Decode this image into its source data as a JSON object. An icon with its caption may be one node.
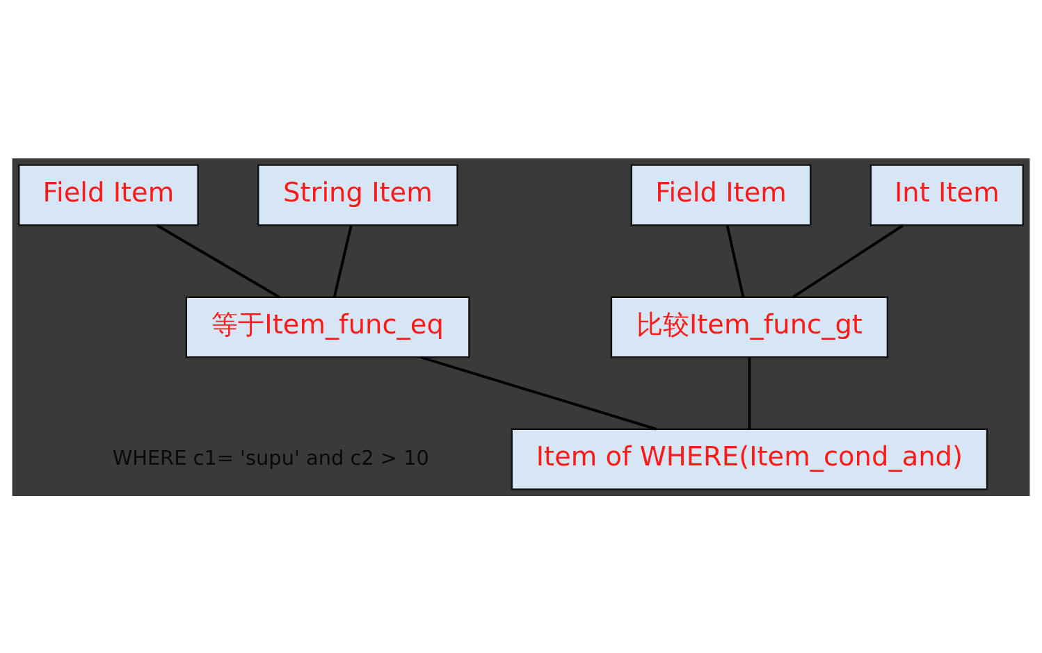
{
  "diagram": {
    "nodes": [
      {
        "text": [
          "Field Item"
        ]
      },
      {
        "text": [
          "String Item"
        ]
      },
      {
        "text": [
          "Field Item"
        ]
      },
      {
        "text": [
          "Int Item"
        ]
      },
      {
        "text": [
          "等于Item_func_eq"
        ]
      },
      {
        "text": [
          "比较Item_func_gt"
        ]
      },
      {
        "text": [
          "Item of WHERE(Item_cond_and)"
        ]
      }
    ],
    "edges": [
      {
        "from": 0,
        "to": 4,
        "arrow": "none"
      },
      {
        "from": 1,
        "to": 4,
        "arrow": "none"
      },
      {
        "from": 2,
        "to": 5,
        "arrow": "none"
      },
      {
        "from": 3,
        "to": 5,
        "arrow": "none"
      },
      {
        "from": 4,
        "to": 6,
        "arrow": "none"
      },
      {
        "from": 5,
        "to": 6,
        "arrow": "none"
      }
    ],
    "labels": [
      "WHERE c1= 'supu' and c2 > 10"
    ]
  }
}
